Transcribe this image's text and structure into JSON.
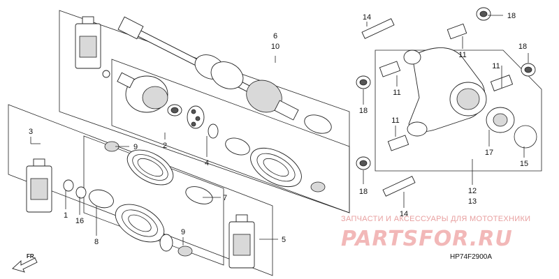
{
  "callouts": {
    "c1": "1",
    "c2": "2",
    "c3": "3",
    "c4": "4",
    "c5": "5",
    "c6": "6",
    "c7": "7",
    "c8": "8",
    "c9a": "9",
    "c9b": "9",
    "c10": "10",
    "c11a": "11",
    "c11b": "11",
    "c11c": "11",
    "c11d": "11",
    "c12": "12",
    "c13": "13",
    "c14a": "14",
    "c14b": "14",
    "c15": "15",
    "c16": "16",
    "c17": "17",
    "c18a": "18",
    "c18b": "18",
    "c18c": "18",
    "c18d": "18"
  },
  "watermark": {
    "line1": "ЗАПЧАСТИ И АКСЕССУАРЫ ДЛЯ МОТОТЕХНИКИ",
    "line2": "PARTSFOR.RU"
  },
  "diagram_code": "HP74F2900A",
  "front_label": "FR.",
  "colors": {
    "line": "#222222",
    "watermark": "#f2b8b8",
    "background": "#ffffff"
  }
}
